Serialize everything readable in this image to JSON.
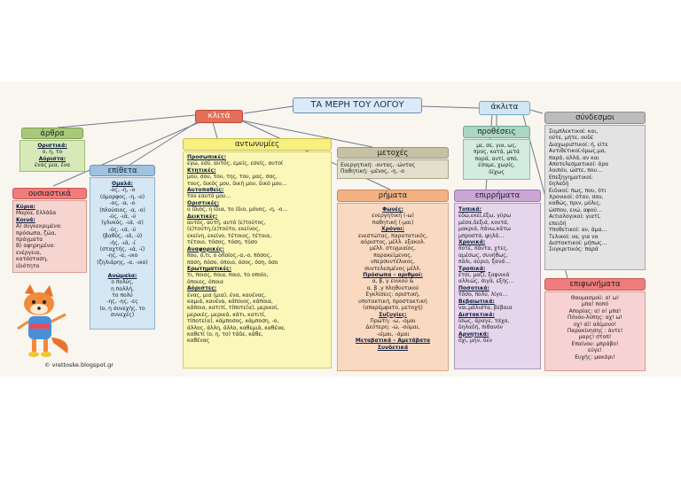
{
  "title": "ΤΑ ΜΕΡΗ ΤΟΥ ΛΟΓΟΥ",
  "branches": {
    "klita": "κλιτά",
    "aklita": "άκλιτα"
  },
  "colors": {
    "red": "#e36f5a",
    "green": "#a8c97a",
    "blue": "#9ec3e0",
    "yellow": "#f7ef7e",
    "olive": "#c6c1a3",
    "orange": "#f4b183",
    "purple": "#c9a6d6",
    "teal": "#a8d8c4",
    "grey": "#bcbcbc",
    "pink": "#f07c7c",
    "line": "#6c7a8a"
  },
  "arthra": {
    "header": "άρθρα",
    "lines": [
      {
        "t": "Οριστικά:",
        "h": true
      },
      {
        "t": "ο, η, το"
      },
      {
        "t": "Αόριστα:",
        "h": true
      },
      {
        "t": "ένας μια, ένα"
      }
    ]
  },
  "ousiastika": {
    "header": "ουσιαστικά",
    "lines": [
      {
        "t": "Κύρια:",
        "h": true
      },
      {
        "t": "Μαρία, Ελλάδα"
      },
      {
        "t": "Κοινά:",
        "h": true
      },
      {
        "t": "Α) συγκεκριμένα:"
      },
      {
        "t": "πρόσωπα, ζώα,"
      },
      {
        "t": "πράγματα"
      },
      {
        "t": "Β) αφηρημένα:"
      },
      {
        "t": "ενέργεια,"
      },
      {
        "t": "κατάσταση,"
      },
      {
        "t": "ιδιότητα"
      }
    ]
  },
  "epitheta": {
    "header": "επίθετα",
    "lines": [
      {
        "t": "Ομαλά:",
        "h": true
      },
      {
        "t": "-ος, -η, -ο"
      },
      {
        "t": "(όμορφος, -η, -ο)"
      },
      {
        "t": "-ος, -α, -ο"
      },
      {
        "t": "(πλούσιος, -α, -ο)"
      },
      {
        "t": "-ύς, -ιά, -ύ"
      },
      {
        "t": "(γλυκός, -ιά, -ό)"
      },
      {
        "t": "-ύς, -ιά, -ύ"
      },
      {
        "t": "(βαθύς, -ιά, -ύ)"
      },
      {
        "t": "-ής, -ιά, -ί"
      },
      {
        "t": "(σταχτής, -ιά, -ί)"
      },
      {
        "t": "-ης, -α, -ικο"
      },
      {
        "t": "(ζηλιάρης, -α, -ικο)"
      },
      {
        "t": ""
      },
      {
        "t": "Ανώμαλα:",
        "h": true
      },
      {
        "t": "ο πολύς,"
      },
      {
        "t": "η πολλή,"
      },
      {
        "t": "το πολύ"
      },
      {
        "t": "-ης, -ης, -ες"
      },
      {
        "t": "(ο, η συνεχής, το"
      },
      {
        "t": "συνεχές)"
      }
    ]
  },
  "antonymies": {
    "header": "αντωνυμίες",
    "lines": [
      {
        "t": "Προσωπικές:",
        "h": true
      },
      {
        "t": "εγώ, εσύ, αυτός, εμείς, εσείς, αυτοί"
      },
      {
        "t": "Κτητικές:",
        "h": true
      },
      {
        "t": "μου, σου, του, της, του, μας, σας,"
      },
      {
        "t": "τους, δικός μου, δική μου, δικό μου…"
      },
      {
        "t": "Αυτοπαθείς:",
        "h": true
      },
      {
        "t": "τον εαυτό μου…"
      },
      {
        "t": "Οριστικές:",
        "h": true
      },
      {
        "t": "ο ίδιος, η ίδια, το ίδιο, μόνος, -η, -ο…"
      },
      {
        "t": "Δεικτικές:",
        "h": true
      },
      {
        "t": "αυτός, αυτή, αυτό (ε)τούτος,"
      },
      {
        "t": "(ε)τούτη,(ε)τούτο, εκείνος,"
      },
      {
        "t": "εκείνη, εκείνο, τέτοιος, τέτοια,"
      },
      {
        "t": "τέτοιο, τόσος, τόση, τόσο"
      },
      {
        "t": "Αναφορικές:",
        "h": true
      },
      {
        "t": "που, ό,τι, ο οποίος,-α,-ο, πόσος,"
      },
      {
        "t": "πόση, πόσο, όποιο, όσος, όση, όσο"
      },
      {
        "t": "Ερωτηματικές:",
        "h": true
      },
      {
        "t": "τι, ποιος, ποια, ποιο, το οποίο,"
      },
      {
        "t": "όποιος, όποια"
      },
      {
        "t": "Αόριστες:",
        "h": true
      },
      {
        "t": "ένας, μια (μια), ένα, κανένας,"
      },
      {
        "t": "καμιά, κανένα, κάποιος, κάποια,"
      },
      {
        "t": "κάποιο, κατιτί, τίποτε(α), μερικοί,"
      },
      {
        "t": "μερικές, μερικά, κάτι, κατιτί,"
      },
      {
        "t": "τίποτε(α), κάμποσος, κάμποση, -ο,"
      },
      {
        "t": "άλλος, άλλη, άλλο, καθεμιά, καθένα,"
      },
      {
        "t": "καθετί (ο, η, το) τάδε, κάθε,"
      },
      {
        "t": "καθένας"
      }
    ]
  },
  "metoxes": {
    "header": "μετοχές",
    "lines": [
      {
        "t": "Ενεργητική: -οντας, -ώντας"
      },
      {
        "t": "Παθητική: -μένος, -η, -ο"
      }
    ]
  },
  "rimata": {
    "header": "ρήματα",
    "lines": [
      {
        "t": "Φωνές:",
        "h": true,
        "c": true
      },
      {
        "t": "ενεργητική (-ω)",
        "c": true
      },
      {
        "t": "παθητική (-μαι)",
        "c": true
      },
      {
        "t": "Χρόνοι:",
        "h": true,
        "c": true
      },
      {
        "t": "ενεστώτας, παρατατικός,",
        "c": true
      },
      {
        "t": "αόριστος, μέλλ. εξακολ.",
        "c": true
      },
      {
        "t": "μέλλ. στιγμιαίος,",
        "c": true
      },
      {
        "t": "παρακείμενος,",
        "c": true
      },
      {
        "t": "υπερσυντέλικος,",
        "c": true
      },
      {
        "t": "συντελεσμένος μέλλ.",
        "c": true
      },
      {
        "t": "Πρόσωπα – αριθμοί:",
        "h": true,
        "c": true
      },
      {
        "t": "α, β, γ ενικού &",
        "c": true
      },
      {
        "t": "α, β ,γ πληθυντικού",
        "c": true
      },
      {
        "t": "Εγκλίσεις: οριστική,",
        "c": true
      },
      {
        "t": "υποτακτική, προστακτική",
        "c": true
      },
      {
        "t": "(απαρέμφατο, μετοχή)",
        "c": true
      },
      {
        "t": "Συζυγίες:",
        "h": true,
        "c": true
      },
      {
        "t": "Πρώτη: -ω, -ομαι",
        "c": true
      },
      {
        "t": "Δεύτερη: -ώ, -ούμαι,",
        "c": true
      },
      {
        "t": "-ιέμαι, -άμαι",
        "c": true
      },
      {
        "t": "Μεταβατικά – Αμετάβατα",
        "h": true,
        "c": true
      },
      {
        "t": "Συνδετικά",
        "h": true,
        "c": true
      }
    ]
  },
  "protheseis": {
    "header": "προθέσεις",
    "lines": [
      {
        "t": "με, σε, για, ως,",
        "c": true
      },
      {
        "t": "προς, κατά, μετά",
        "c": true
      },
      {
        "t": "παρά, αντί, από,",
        "c": true
      },
      {
        "t": "έσαμε, χωρίς,",
        "c": true
      },
      {
        "t": "δίχως",
        "c": true
      }
    ]
  },
  "epirrimata": {
    "header": "επιρρήματα",
    "lines": [
      {
        "t": "Τοπικά:",
        "h": true
      },
      {
        "t": "εδώ,εκεί,έξω, γύρω"
      },
      {
        "t": "μέσα,δεξιά, κοντά,"
      },
      {
        "t": "μακριά, πάνω,κάτω"
      },
      {
        "t": "μπροστά, ψηλά…"
      },
      {
        "t": "Χρονικά:",
        "h": true
      },
      {
        "t": "ποτέ, πάντα, χτες,"
      },
      {
        "t": "αμέσως, συνήθως,"
      },
      {
        "t": "πάλι, αύριο, ξανά…"
      },
      {
        "t": "Τροπικά:",
        "h": true
      },
      {
        "t": "έτσι, μαζί, ξαφνικά"
      },
      {
        "t": "αλλιώς, σιγά, εξής…"
      },
      {
        "t": "Ποσοτικά:",
        "h": true
      },
      {
        "t": "τόσο, πολύ, λίγο…"
      },
      {
        "t": "Βεβαιωτικά:",
        "h": true
      },
      {
        "t": "ναι,μάλιστα, βέβαια"
      },
      {
        "t": "Διστακτικά:",
        "h": true
      },
      {
        "t": "ίσως, άραγε, τάχα,"
      },
      {
        "t": "δηλαδή, πιθανόν"
      },
      {
        "t": "Αρνητικά:",
        "h": true
      },
      {
        "t": "όχι, μην, δεν"
      }
    ]
  },
  "syndesmoi": {
    "header": "σύνδεσμοι",
    "lines": [
      {
        "t": "Συμπλεκτικοί: και,"
      },
      {
        "t": "ούτε, μήτε, ουδέ"
      },
      {
        "t": "Διαχωριστικοί: ή, είτε"
      },
      {
        "t": "Αντιθετικοί:όμως,μα,"
      },
      {
        "t": "παρά, αλλά, αν και"
      },
      {
        "t": "Αποτελεσματικοί: άρα"
      },
      {
        "t": "λοιπόν, ώστε, που…"
      },
      {
        "t": "Επεξηγηματικοί:"
      },
      {
        "t": "δηλαδή"
      },
      {
        "t": "Ειδικοί: πως, που, ότι"
      },
      {
        "t": "Χρονικοί: όταν, σαν,"
      },
      {
        "t": "καθώς, πριν, μόλις,"
      },
      {
        "t": "ώσπου, ενώ, αφού…"
      },
      {
        "t": "Αιτιολογικοί: γιατί,"
      },
      {
        "t": "επειδή"
      },
      {
        "t": "Υποθετικοί: αν, άμα…"
      },
      {
        "t": "Τελικοί: να, για να"
      },
      {
        "t": "Διστακτικοί: μήπως…"
      },
      {
        "t": "Συγκριτικός: παρά"
      }
    ]
  },
  "epifonimata": {
    "header": "επιφωνήματα",
    "lines": [
      {
        "t": "Θαυμασμού: α! ω!",
        "c": true
      },
      {
        "t": "μπα! ποπό",
        "c": true
      },
      {
        "t": "Απορίας: α! ο! μπα!",
        "c": true
      },
      {
        "t": "Πόνου-λύπης: αχ! ω!",
        "c": true
      },
      {
        "t": "οχ! αϊ! αλίμονο!",
        "c": true
      },
      {
        "t": "Παρακίνησης : άντε!",
        "c": true
      },
      {
        "t": "μαρς! στοπ!",
        "c": true
      },
      {
        "t": "Επαίνου: μπράβο!",
        "c": true
      },
      {
        "t": "εύγε!",
        "c": true
      },
      {
        "t": "Ευχής: μακάρι!",
        "c": true
      }
    ]
  },
  "footer": "© vrettoske.blogspot.gr"
}
